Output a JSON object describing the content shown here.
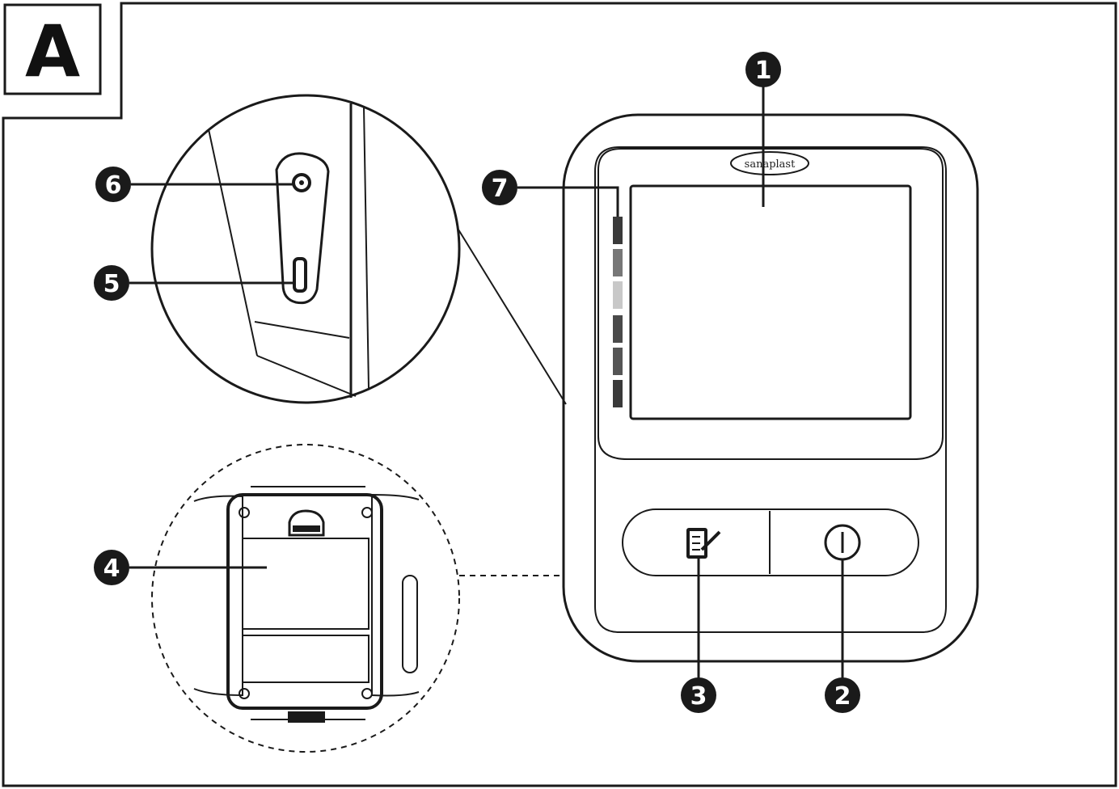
{
  "panel": {
    "letter": "A"
  },
  "brand_logo": "sanaplast",
  "callouts": [
    {
      "id": "1",
      "label": "1",
      "target": "display"
    },
    {
      "id": "2",
      "label": "2",
      "target": "power-button"
    },
    {
      "id": "3",
      "label": "3",
      "target": "memory-button"
    },
    {
      "id": "4",
      "label": "4",
      "target": "battery-compartment"
    },
    {
      "id": "5",
      "label": "5",
      "target": "usb-port"
    },
    {
      "id": "6",
      "label": "6",
      "target": "cuff-connector"
    },
    {
      "id": "7",
      "label": "7",
      "target": "who-indicator"
    }
  ],
  "icons": {
    "memory": "memory-notepad-icon",
    "power": "power-icon"
  },
  "colors": {
    "line": "#1a1a1a",
    "indicator_dark": "#555555",
    "indicator_light": "#c8c8c8"
  }
}
